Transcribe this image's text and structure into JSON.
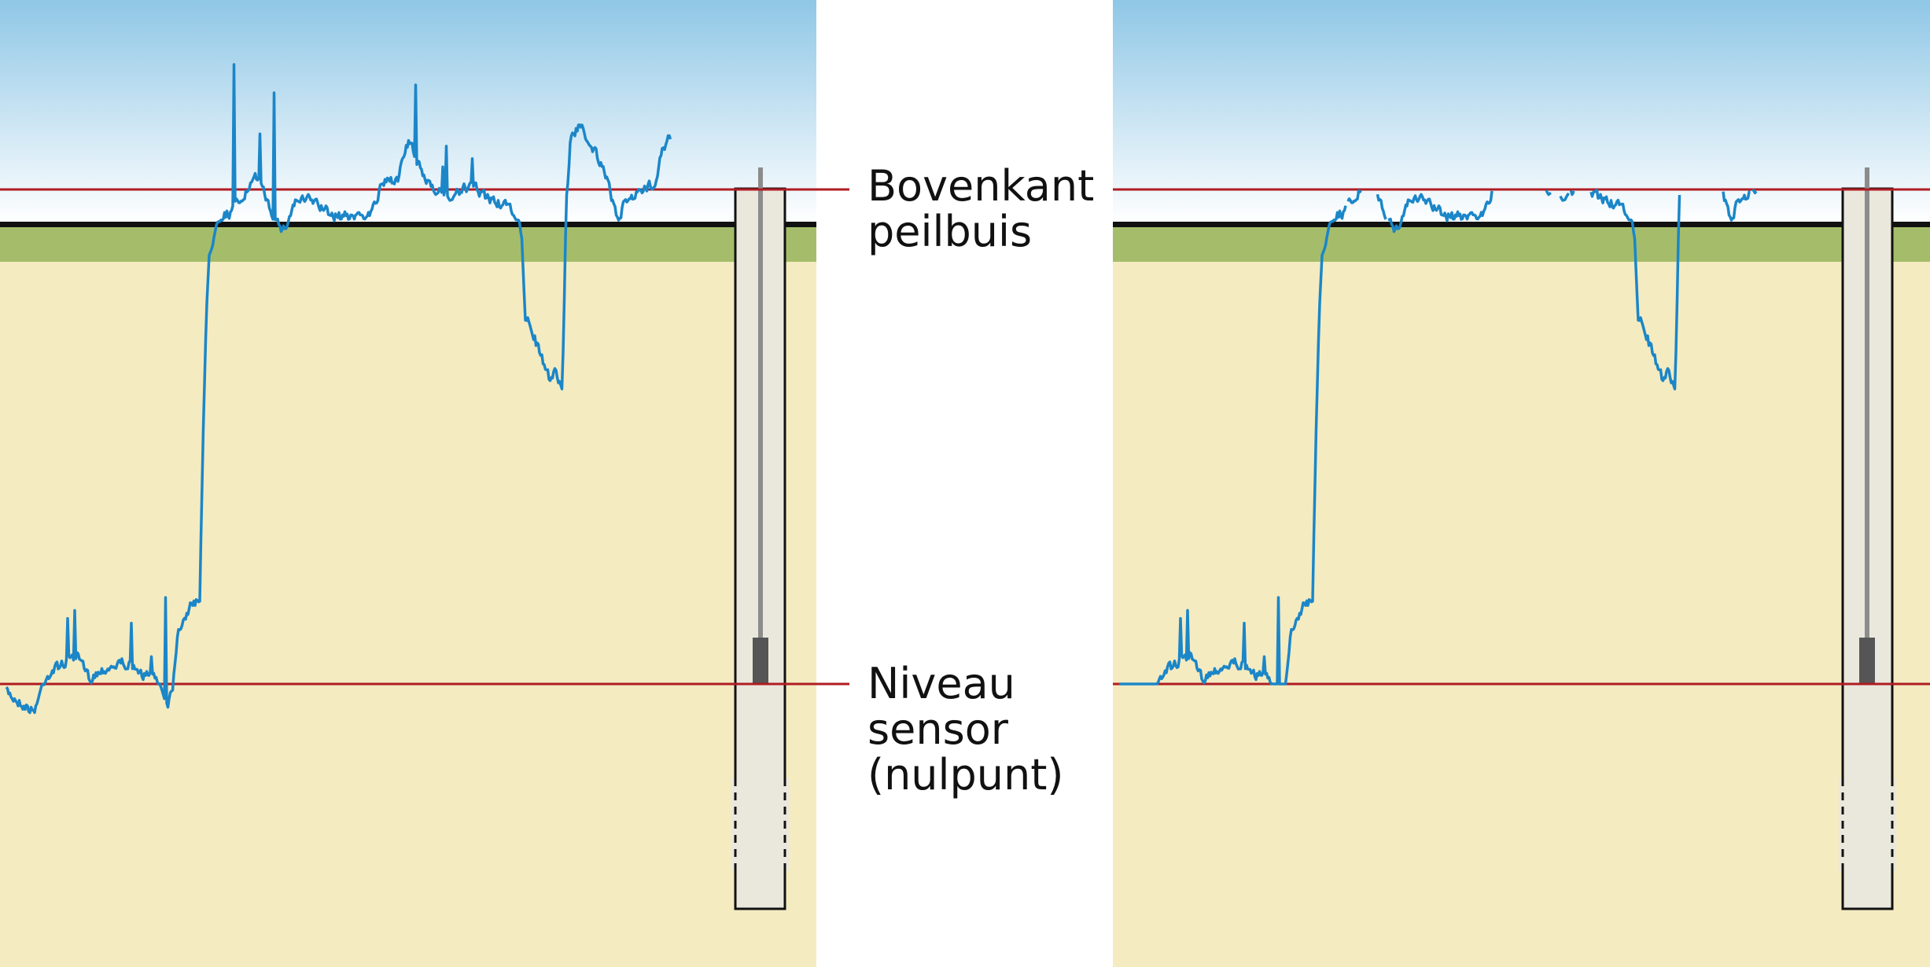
{
  "labels": {
    "top": [
      "Bovenkant",
      "peilbuis"
    ],
    "bottom": [
      "Niveau",
      "sensor",
      "(nulpunt)"
    ]
  },
  "colors": {
    "sky_top": "#8fc7e6",
    "sky_bottom": "#ffffff",
    "soil": "#f4ebc1",
    "grass": "#a5bd6a",
    "ground_line": "#111111",
    "reference_line": "#b01c22",
    "series": "#1b86c8",
    "tube": "#eae8dd",
    "sensor": "#555555",
    "cable": "#8c8c8c"
  },
  "panels": [
    {
      "name": "panel-left",
      "series": "left-unclipped"
    },
    {
      "name": "panel-right",
      "series": "right-clipped"
    }
  ]
}
